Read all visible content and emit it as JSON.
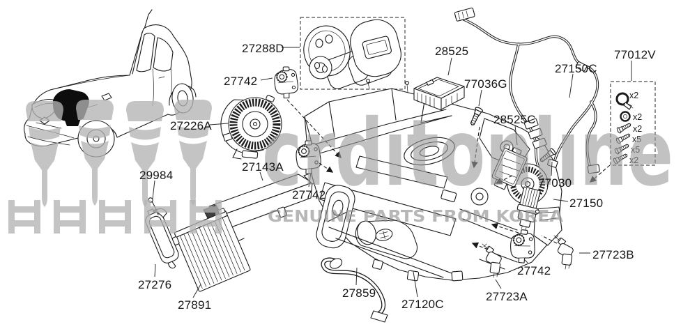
{
  "watermark": {
    "brand": "crdıtonlıne",
    "tagline": "GENUINE PARTS FROM KOREA",
    "icon_names": [
      "pawn-watermark-icon",
      "h-beam-watermark-icon"
    ],
    "color": "#9a9a9a"
  },
  "diagram": {
    "labels": [
      {
        "text": "27288D"
      },
      {
        "text": "27742"
      },
      {
        "text": "28525"
      },
      {
        "text": "77036G"
      },
      {
        "text": "27150C"
      },
      {
        "text": "77012V"
      },
      {
        "text": "27226A"
      },
      {
        "text": "28525C"
      },
      {
        "text": "29984"
      },
      {
        "text": "27143A"
      },
      {
        "text": "27742"
      },
      {
        "text": "77030"
      },
      {
        "text": "27150"
      },
      {
        "text": "27723B"
      },
      {
        "text": "27742"
      },
      {
        "text": "27723A"
      },
      {
        "text": "27120C"
      },
      {
        "text": "27859"
      },
      {
        "text": "27276"
      },
      {
        "text": "27891"
      }
    ],
    "hardware": {
      "kit": "77012V",
      "quantities": [
        "x2",
        "x2",
        "x2",
        "x5",
        "x5",
        "x2"
      ]
    },
    "line_color": "#1a1a1a"
  }
}
